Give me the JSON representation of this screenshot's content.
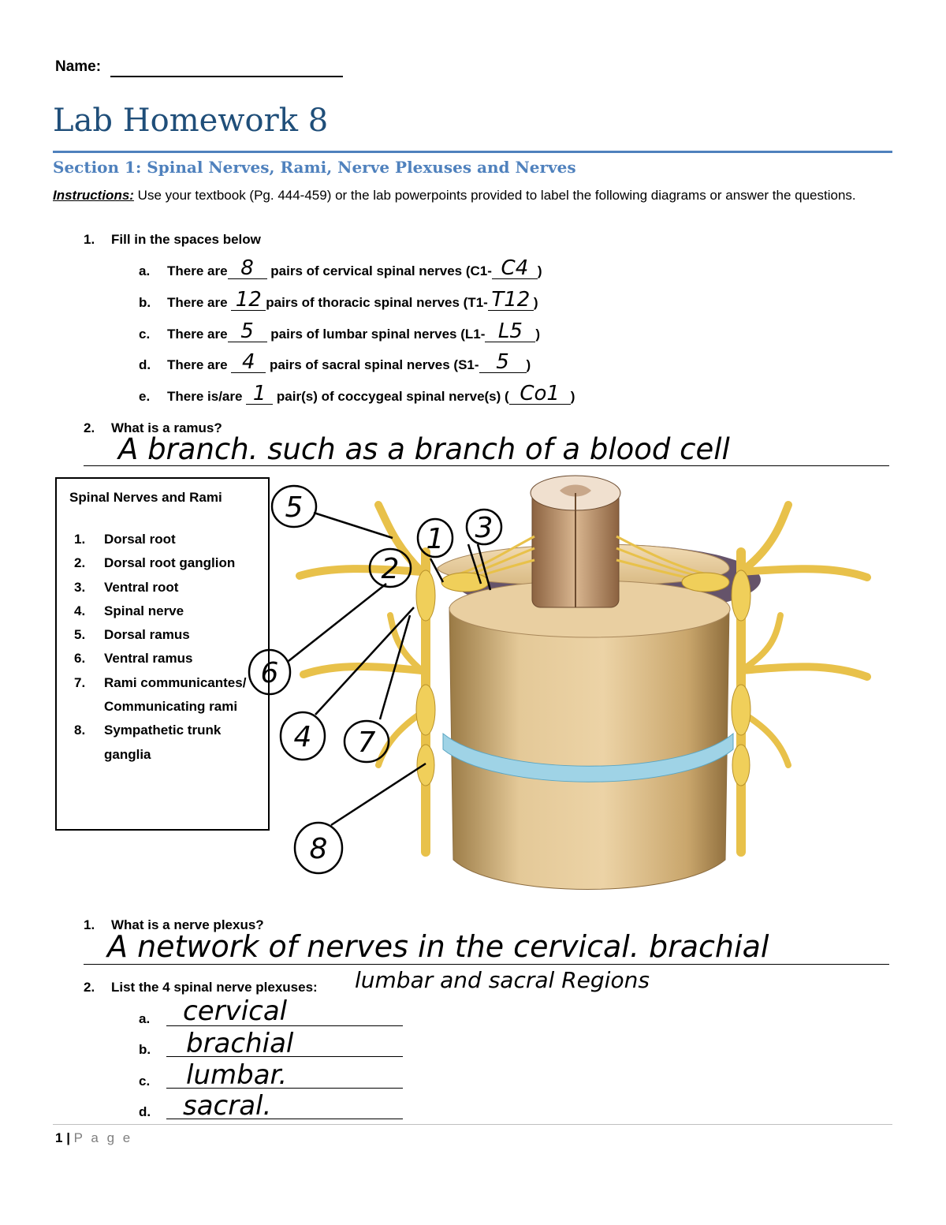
{
  "header": {
    "name_label": "Name:",
    "title": "Lab Homework 8",
    "section_title": "Section 1: Spinal Nerves, Rami, Nerve Plexuses and Nerves"
  },
  "instructions": {
    "label": "Instructions:",
    "text": " Use your textbook (Pg. 444-459) or the lab powerpoints provided to label the following diagrams or answer the questions."
  },
  "q1": {
    "number": "1.",
    "text": "Fill in the spaces below",
    "items": [
      {
        "letter": "a.",
        "pre": "There are",
        "answer1": "8",
        "mid": "pairs of cervical spinal nerves (C1-",
        "answer2": "C4",
        "post": ")"
      },
      {
        "letter": "b.",
        "pre": "There are",
        "answer1": "12",
        "mid": "pairs of thoracic spinal nerves (T1-",
        "answer2": "T12",
        "post": ")"
      },
      {
        "letter": "c.",
        "pre": "There are",
        "answer1": "5",
        "mid": "pairs of lumbar spinal nerves (L1-",
        "answer2": "L5",
        "post": ")"
      },
      {
        "letter": "d.",
        "pre": "There are",
        "answer1": "4",
        "mid": "pairs of sacral spinal nerves (S1-",
        "answer2": "5",
        "post": ")"
      },
      {
        "letter": "e.",
        "pre": "There is/are",
        "answer1": "1",
        "mid": "pair(s) of coccygeal spinal nerve(s) (",
        "answer2": "Co1",
        "post": ")"
      }
    ]
  },
  "q2": {
    "number": "2.",
    "text": "What is a ramus?",
    "answer": "A branch. such as a branch of a blood cell"
  },
  "legend": {
    "title": "Spinal Nerves and Rami",
    "items": [
      {
        "num": "1.",
        "label": "Dorsal root"
      },
      {
        "num": "2.",
        "label": "Dorsal root ganglion"
      },
      {
        "num": "3.",
        "label": "Ventral root"
      },
      {
        "num": "4.",
        "label": "Spinal nerve"
      },
      {
        "num": "5.",
        "label": "Dorsal ramus"
      },
      {
        "num": "6.",
        "label": "Ventral ramus"
      },
      {
        "num": "7.",
        "label": "Rami communicantes/ Communicating rami"
      },
      {
        "num": "8.",
        "label": "Sympathetic trunk ganglia"
      }
    ]
  },
  "diagram": {
    "labels": [
      "5",
      "1",
      "3",
      "2",
      "6",
      "4",
      "7",
      "8"
    ]
  },
  "q3": {
    "number": "1.",
    "text": "What is a nerve plexus?",
    "answer_line1": "A network of nerves in the cervical. brachial",
    "answer_line2": "lumbar and sacral Regions"
  },
  "q4": {
    "number": "2.",
    "text": "List the 4 spinal nerve plexuses:",
    "items": [
      {
        "letter": "a.",
        "answer": "cervical"
      },
      {
        "letter": "b.",
        "answer": "brachial"
      },
      {
        "letter": "c.",
        "answer": "lumbar."
      },
      {
        "letter": "d.",
        "answer": "sacral."
      }
    ]
  },
  "footer": {
    "page_number": "1",
    "separator": " | ",
    "page_word": "P a g e"
  }
}
